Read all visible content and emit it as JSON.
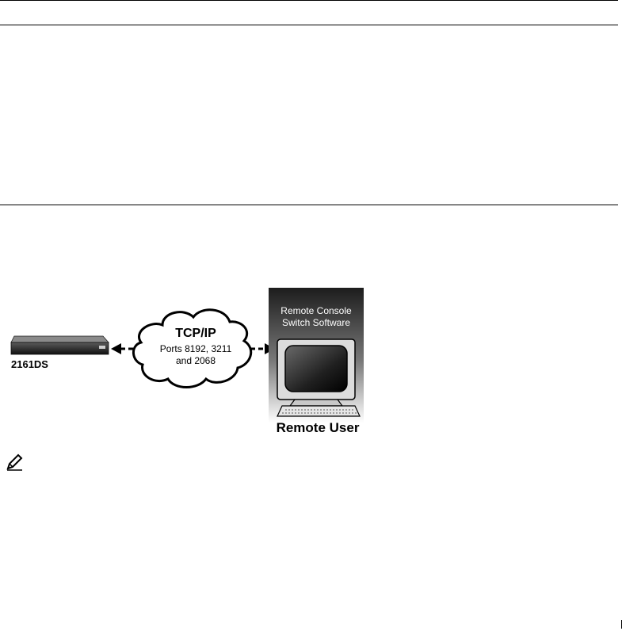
{
  "diagram": {
    "device": {
      "label": "2161DS"
    },
    "network": {
      "title": "TCP/IP",
      "line1": "Ports 8192, 3211",
      "line2": "and 2068"
    },
    "software_panel": {
      "line1": "Remote Console",
      "line2": "Switch Software"
    },
    "user": {
      "label": "Remote User"
    }
  },
  "icons": {
    "note": "pencil-note-icon"
  }
}
